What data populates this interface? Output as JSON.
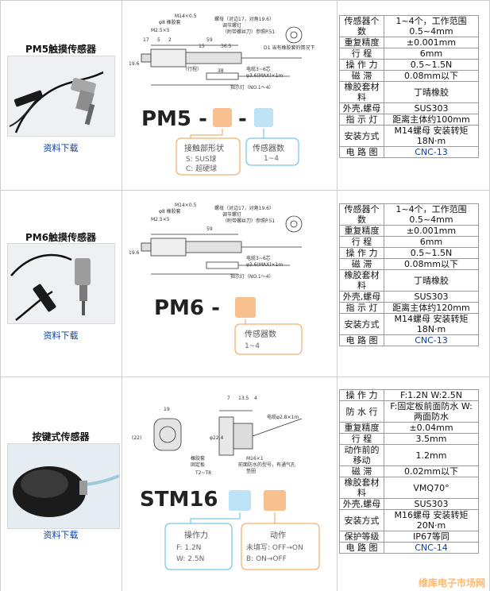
{
  "rows": [
    {
      "title": "PM5触摸传感器",
      "download": "资料下载",
      "model": "PM5 -",
      "diag_labels": {
        "dims_top": "M14×0.5",
        "spec_a": "φ8 橡胶套",
        "m25": "M2.5×5",
        "n17": "17",
        "n5": "5",
        "n2": "2",
        "n59": "59",
        "n15": "15",
        "n365": "36.5",
        "n38": "38",
        "nut": "螺母（对边17，对角19.6）",
        "led": "调节螺钉",
        "attach": "（附带螺丝刀）参照P.51",
        "cable": "电缆3~6芯",
        "cable2": "φ3.6(MAX)×1m",
        "indicator": "指示灯（NO.1～4）",
        "stroke": "（行程）",
        "n196": "19.6",
        "note": "D1 当有橡胶套的情况下"
      },
      "legend": [
        {
          "title": "接触部形状",
          "lines": [
            "S: SUS球",
            "C: 超硬球"
          ]
        },
        {
          "title": "传感器数",
          "lines": [
            "1~4"
          ]
        }
      ],
      "spec": [
        [
          "传感器个数",
          "1~4个，工作范围0.5~4mm"
        ],
        [
          "重复精度",
          "±0.001mm"
        ],
        [
          "行 程",
          "6mm"
        ],
        [
          "操 作 力",
          "0.5~1.5N"
        ],
        [
          "磁 滞",
          "0.08mm以下"
        ],
        [
          "橡胶套材料",
          "丁晴橡胶"
        ],
        [
          "外壳,螺母",
          "SUS303"
        ],
        [
          "指 示 灯",
          "距离主体约100mm"
        ],
        [
          "安装方式",
          "M14螺母 安装转矩18N·m"
        ],
        [
          "电 路 图",
          "CNC-13"
        ]
      ]
    },
    {
      "title": "PM6触摸传感器",
      "download": "资料下载",
      "model": "PM6 -",
      "legend": [
        {
          "title": "传感器数",
          "lines": [
            "1~4"
          ]
        }
      ],
      "spec": [
        [
          "传感器个数",
          "1~4个，工作范围0.5~4mm"
        ],
        [
          "重复精度",
          "±0.001mm"
        ],
        [
          "行 程",
          "6mm"
        ],
        [
          "操 作 力",
          "0.5~1.5N"
        ],
        [
          "磁 滞",
          "0.08mm以下"
        ],
        [
          "橡胶套材料",
          "丁晴橡胶"
        ],
        [
          "外壳,螺母",
          "SUS303"
        ],
        [
          "指 示 灯",
          "距离主体约120mm"
        ],
        [
          "安装方式",
          "M14螺母 安装转矩18N·m"
        ],
        [
          "电 路 图",
          "CNC-13"
        ]
      ]
    },
    {
      "title": "按键式传感器",
      "download": "资料下载",
      "model": "STM16",
      "diag_labels": {
        "n19": "19",
        "n7": "7",
        "n1353": "13.5",
        "n4": "4",
        "n22": "(22)",
        "n224": "φ22.4",
        "cable": "电缆φ2.8×1m",
        "m16": "M16×1",
        "rubber": "橡胶套",
        "fix": "固定板",
        "note": "前面防水的型号，有通气孔",
        "gasket": "垫圈",
        "t": "T2~T8"
      },
      "legend": [
        {
          "title": "操作力",
          "lines": [
            "F: 1.2N",
            "W: 2.5N"
          ]
        },
        {
          "title": "动作",
          "lines": [
            "未填写: OFF→ON",
            "B: ON→OFF"
          ]
        }
      ],
      "spec": [
        [
          "操 作 力",
          "F:1.2N W:2.5N"
        ],
        [
          "防 水 行",
          "F:固定板前面防水 W:两面防水"
        ],
        [
          "重复精度",
          "±0.04mm"
        ],
        [
          "行 程",
          "3.5mm"
        ],
        [
          "动作前的移动",
          "1.2mm"
        ],
        [
          "磁 滞",
          "0.02mm以下"
        ],
        [
          "橡胶套材料",
          "VMQ70°"
        ],
        [
          "外壳,螺母",
          "SUS303"
        ],
        [
          "安装方式",
          "M16螺母 安装转矩20N·m"
        ],
        [
          "保护等级",
          "IP67等同"
        ],
        [
          "电 路 图",
          "CNC-14"
        ]
      ]
    }
  ],
  "watermark": "维库电子市场网",
  "colors": {
    "orange": "#f9c08f",
    "blue": "#bfe3f6",
    "border": "#9a9a9a",
    "link": "#0a3fa8"
  }
}
